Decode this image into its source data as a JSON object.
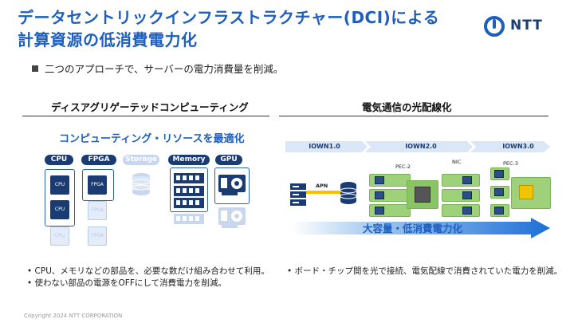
{
  "title_line1": "データセントリックインフラストラクチャー(DCI)による",
  "title_line2": "計算資源の低消費電力化",
  "logo_text": "NTT",
  "main_bullet": "二つのアプローチで、サーバーの電力消費量を削減。",
  "left": {
    "heading": "ディスアグリゲーテッドコンピューティング",
    "subheading": "コンピューティング・リソースを最適化",
    "pills": [
      {
        "label": "CPU",
        "color": "#1b3c73"
      },
      {
        "label": "FPGA",
        "color": "#1b3c73"
      },
      {
        "label": "Storage",
        "color": "#c9d7ee"
      },
      {
        "label": "Memory",
        "color": "#1b3c73"
      },
      {
        "label": "GPU",
        "color": "#1b3c73"
      }
    ],
    "chip_labels": {
      "cpu": "CPU",
      "fpga": "FPGA"
    },
    "notes": [
      "CPU、メモリなどの部品を、必要な数だけ組み合わせて利用。",
      "使わない部品の電源をOFFにして消費電力を削減。"
    ]
  },
  "right": {
    "heading": "電気通信の光配線化",
    "stages": [
      "IOWN1.0",
      "IOWN2.0",
      "IOWN3.0"
    ],
    "labels": {
      "apn": "APN",
      "pec2": "PEC-2",
      "nic": "NIC",
      "pec3": "PEC-3"
    },
    "arrow_text": "大容量・低消費電力化",
    "notes": [
      "ボード・チップ間を光で接続、電気配線で消費されていた電力を削減。"
    ]
  },
  "copyright": "Copyright 2024 NTT CORPORATION",
  "colors": {
    "accent": "#1d5fbf",
    "navy": "#1b3c73",
    "light": "#c9d7ee",
    "green": "#9fd07a"
  }
}
